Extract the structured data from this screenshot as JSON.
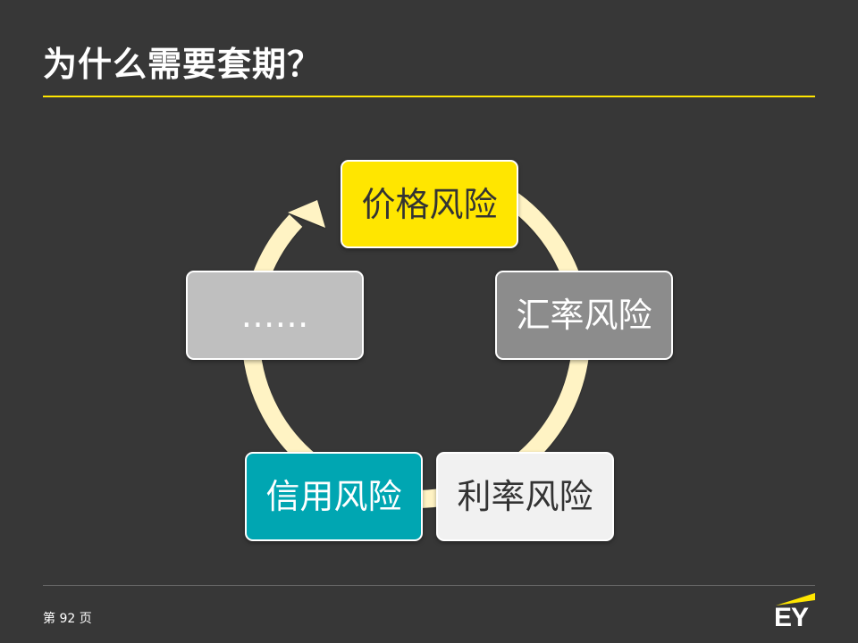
{
  "slide": {
    "title": "为什么需要套期？",
    "page_number": "第 92 页",
    "logo_text": "EY"
  },
  "colors": {
    "background": "#373737",
    "accent_yellow": "#ffe600",
    "cycle_arrow": "#fff3c4",
    "price_risk_fill": "#ffe600",
    "fx_risk_fill": "#8c8c8c",
    "interest_risk_fill": "#f1f1f1",
    "credit_risk_fill": "#00a6b2",
    "other_fill": "#bfbfbf"
  },
  "cycle": {
    "items": [
      {
        "key": "price",
        "label": "价格风险",
        "icon": ""
      },
      {
        "key": "fx",
        "label": "汇率风险",
        "icon": ""
      },
      {
        "key": "interest",
        "label": "利率风险",
        "icon": ""
      },
      {
        "key": "credit",
        "label": "信用风险",
        "icon": ""
      },
      {
        "key": "other",
        "label": "……",
        "icon": ""
      }
    ]
  }
}
